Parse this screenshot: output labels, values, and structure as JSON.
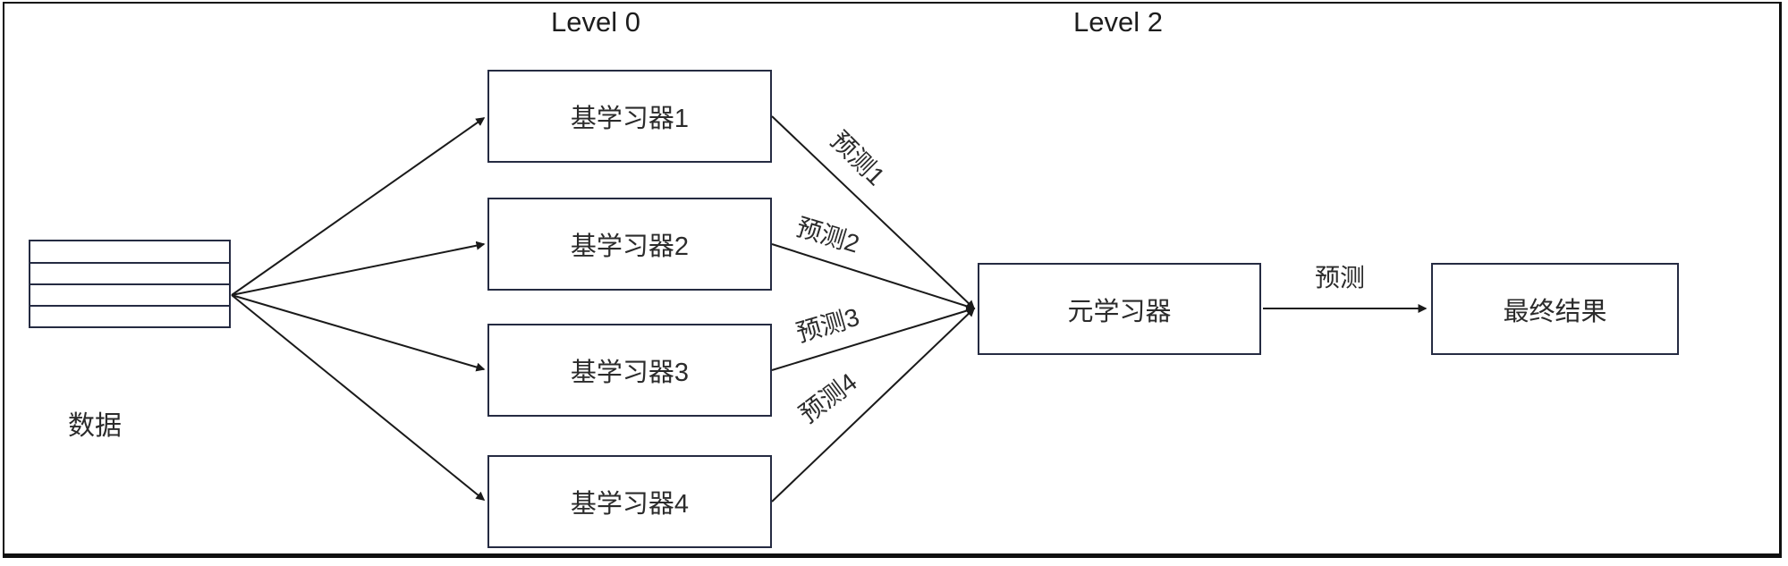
{
  "headers": {
    "level0": "Level 0",
    "level2": "Level 2"
  },
  "data_source": {
    "label": "数据",
    "rows": 4
  },
  "base_learners": [
    {
      "label": "基学习器1"
    },
    {
      "label": "基学习器2"
    },
    {
      "label": "基学习器3"
    },
    {
      "label": "基学习器4"
    }
  ],
  "meta_learner": {
    "label": "元学习器"
  },
  "final_result": {
    "label": "最终结果"
  },
  "edge_labels": {
    "pred1": "预测1",
    "pred2": "预测2",
    "pred3": "预测3",
    "pred4": "预测4",
    "pred_final": "预测"
  },
  "colors": {
    "box_border": "#252b42",
    "arrow": "#1a1a1a",
    "text": "#2b2b2b",
    "frame": "#101010",
    "background": "#ffffff"
  }
}
